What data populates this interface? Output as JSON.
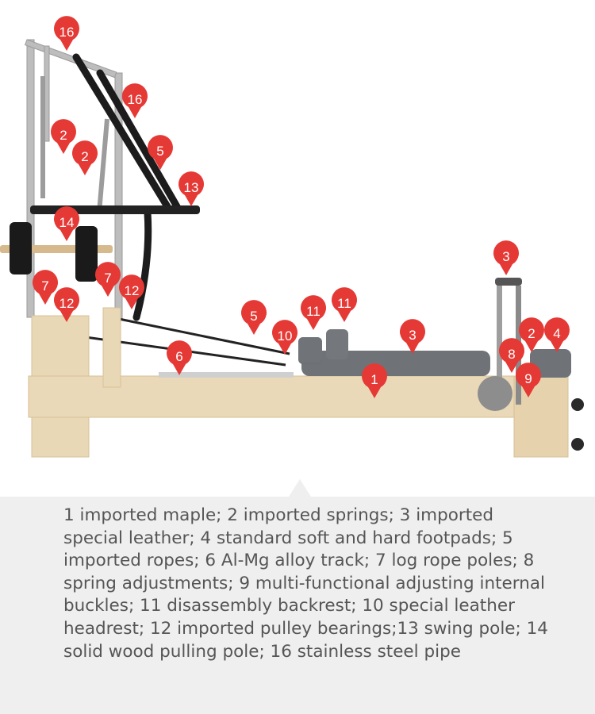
{
  "caption": "1 imported maple; 2 imported springs; 3 imported special leather; 4 standard soft and hard footpads; 5 imported ropes; 6 Al-Mg alloy track; 7 log rope poles; 8 spring adjustments; 9 multi-functional adjusting internal buckles; 11 disassembly backrest; 10 special leather headrest; 12 imported pulley bearings;13 swing pole; 14 solid wood pulling pole; 16 stainless steel pipe",
  "markers": [
    "16",
    "16",
    "2",
    "2",
    "5",
    "13",
    "14",
    "7",
    "7",
    "12",
    "12",
    "5",
    "10",
    "11",
    "11",
    "3",
    "3",
    "6",
    "1",
    "2",
    "4",
    "8",
    "9"
  ],
  "colors": {
    "marker": "#e53935",
    "maple": "#ead9b8",
    "maple_dark": "#d9c39a",
    "steel": "#b9b9b9",
    "leather": "#6e7276",
    "caption_bg": "#efefef",
    "caption_text": "#555555"
  }
}
